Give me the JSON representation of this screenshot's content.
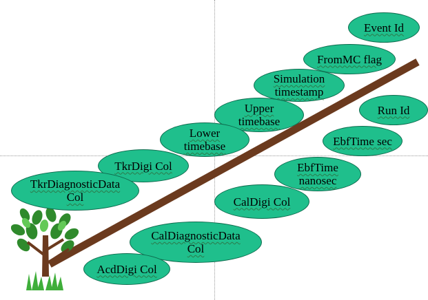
{
  "nodes": {
    "event_id": "Event Id",
    "frommc_flag": "FromMC flag",
    "simulation_timestamp": "Simulation\ntimestamp",
    "upper_timebase": "Upper\ntimebase",
    "run_id": "Run Id",
    "lower_timebase": "Lower\ntimebase",
    "ebftime_sec": "EbfTime sec",
    "tkrdigi_col": "TkrDigi Col",
    "ebftime_nanosec": "EbfTime\nnanosec",
    "tkrdiagnosticdata_col": "TkrDiagnosticData\nCol",
    "caldigi_col": "CalDigi Col",
    "caldiagnosticdata_col": "CalDiagnosticData\nCol",
    "acddigi_col": "AcdDigi Col"
  },
  "colors": {
    "ellipse_fill": "#1fbf8c",
    "ellipse_border": "#0d6b4d",
    "trunk": "#6b3a1e",
    "leaf": "#3fae3a"
  },
  "icons": {
    "tree": "tree-icon"
  }
}
